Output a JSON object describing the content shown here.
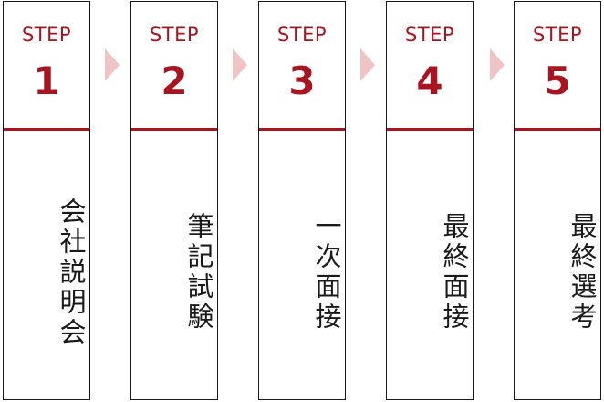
{
  "steps": [
    {
      "word": "STEP",
      "number": "1",
      "label": "会社説明会"
    },
    {
      "word": "STEP",
      "number": "2",
      "label": "筆記試験"
    },
    {
      "word": "STEP",
      "number": "3",
      "label": "一次面接"
    },
    {
      "word": "STEP",
      "number": "4",
      "label": "最終面接"
    },
    {
      "word": "STEP",
      "number": "5",
      "label": "最終選考"
    }
  ],
  "colors": {
    "accent": "#a8141f",
    "arrow": "#f0c4c4",
    "border": "#1a1a1a",
    "text": "#1a1a1a"
  },
  "icons": [
    "chevron-right-icon"
  ]
}
